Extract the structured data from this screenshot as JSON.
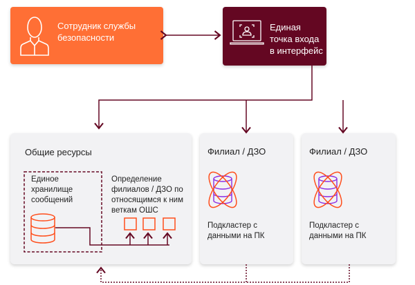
{
  "security_officer": {
    "label": "Сотрудник службы безопасности",
    "icon": "person-icon"
  },
  "entry_point": {
    "label": "Единая точка входа в интерфейс",
    "icon": "laptop-user-icon"
  },
  "shared": {
    "title": "Общие ресурсы",
    "storage": "Единое хранилище сообщений",
    "routing": "Определение филиалов / ДЗО по относящимся к ним веткам ОШС"
  },
  "branches": [
    {
      "title": "Филиал / ДЗО",
      "caption": "Подкластер с данными на ПК"
    },
    {
      "title": "Филиал / ДЗО",
      "caption": "Подкластер с данными на ПК"
    }
  ],
  "colors": {
    "orange": "#ff6f35",
    "dark": "#640722",
    "purple": "#8a2be2"
  }
}
